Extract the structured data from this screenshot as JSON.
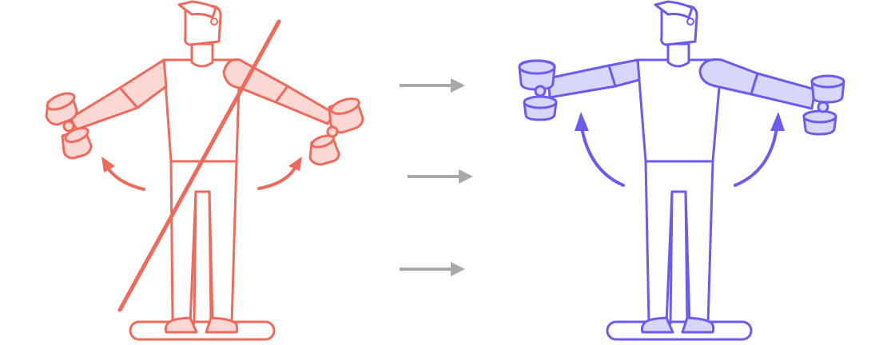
{
  "figures": [
    {
      "id": "incorrect",
      "stroke": "#f06a5c",
      "fill": "#fbd8d4",
      "crossed_out": true,
      "description_icons": [
        "dumbbell-icon",
        "raise-arrow-icon"
      ]
    },
    {
      "id": "correct",
      "stroke": "#6a5cf0",
      "fill": "#d9d6fb",
      "crossed_out": false,
      "description_icons": [
        "dumbbell-icon",
        "raise-arrow-icon"
      ]
    }
  ],
  "transition_arrows": {
    "count": 3,
    "color": "#a9a9a9",
    "icon": "right-arrow-icon"
  }
}
